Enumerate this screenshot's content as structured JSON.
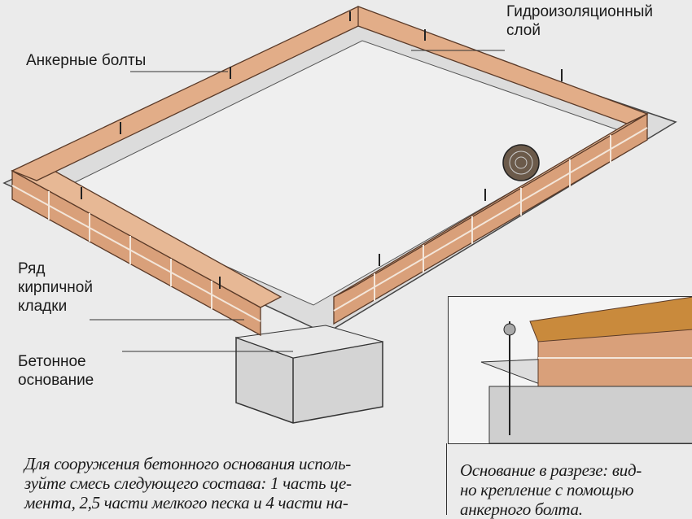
{
  "labels": {
    "anchor_bolts": "Анкерные болты",
    "waterproof_layer": "Гидроизоляционный слой",
    "brick_row": "Ряд кирпичной кладки",
    "concrete_base": "Бетонное основание"
  },
  "captions": {
    "main": "Для сооружения бетонного основания исполь-зуйте смесь следующего состава: 1 часть це-мента, 2,5 части мелкого песка и 4 части на-",
    "main_lines": [
      "Для сооружения бетонного основания исполь-",
      "зуйте смесь следующего состава: 1 часть це-",
      "мента, 2,5 части мелкого песка и 4 части на-"
    ],
    "inset_lines": [
      "Основание в разрезе: вид-",
      "но крепление с помощью",
      "анкерного болта."
    ]
  },
  "colors": {
    "brick": "#d9a07a",
    "mortar": "#f3e6da",
    "wood": "#c98a3c",
    "concrete": "#d8d8d8"
  }
}
